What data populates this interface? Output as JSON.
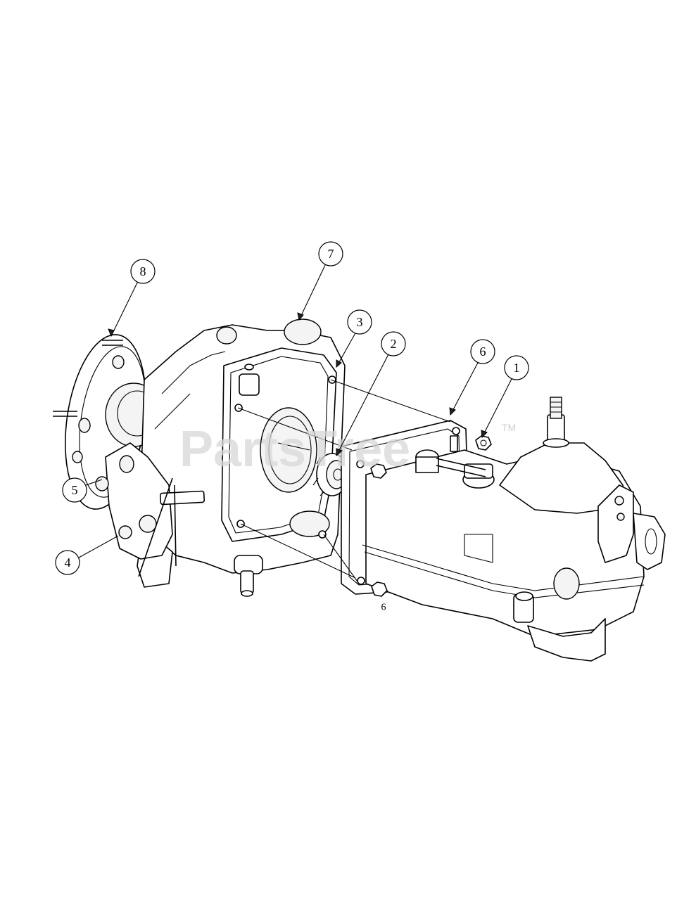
{
  "diagram": {
    "callouts": [
      {
        "id": "c1",
        "label": "1"
      },
      {
        "id": "c2",
        "label": "2"
      },
      {
        "id": "c3",
        "label": "3"
      },
      {
        "id": "c4",
        "label": "4"
      },
      {
        "id": "c5",
        "label": "5"
      },
      {
        "id": "c6",
        "label": "6"
      },
      {
        "id": "c7",
        "label": "7"
      },
      {
        "id": "c8",
        "label": "8"
      },
      {
        "id": "c6b",
        "label": "6"
      }
    ],
    "watermark": "PartsTree",
    "watermark_tm": "TM"
  }
}
